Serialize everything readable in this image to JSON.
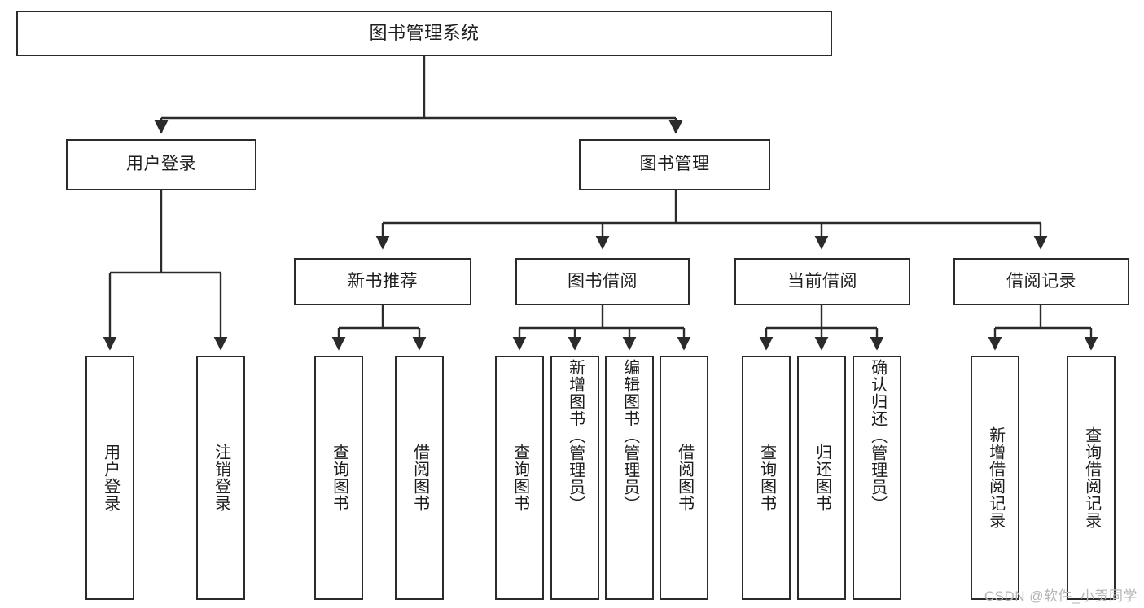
{
  "diagram": {
    "type": "hierarchy-tree",
    "title": "图书管理系统",
    "watermark": "CSDN @软件_小贺同学",
    "colors": {
      "background": "#ffffff",
      "stroke": "#2b2b2b",
      "text": "#1d1d1d",
      "watermark": "#b6b6b6"
    },
    "nodes": {
      "root": {
        "label": "图书管理系统"
      },
      "level2": [
        {
          "label": "用户登录"
        },
        {
          "label": "图书管理"
        }
      ],
      "level3": [
        {
          "label": "新书推荐"
        },
        {
          "label": "图书借阅"
        },
        {
          "label": "当前借阅"
        },
        {
          "label": "借阅记录"
        }
      ],
      "leaves": {
        "user_login": [
          {
            "label": "用户登录"
          },
          {
            "label": "注销登录"
          }
        ],
        "new_book_recommend": [
          {
            "label": "查询图书"
          },
          {
            "label": "借阅图书"
          }
        ],
        "book_borrow": [
          {
            "label": "查询图书"
          },
          {
            "label": "新增图书（管理员）"
          },
          {
            "label": "编辑图书（管理员）"
          },
          {
            "label": "借阅图书"
          }
        ],
        "current_borrow": [
          {
            "label": "查询图书"
          },
          {
            "label": "归还图书"
          },
          {
            "label": "确认归还（管理员）"
          }
        ],
        "borrow_records": [
          {
            "label": "新增借阅记录"
          },
          {
            "label": "查询借阅记录"
          }
        ]
      }
    }
  }
}
